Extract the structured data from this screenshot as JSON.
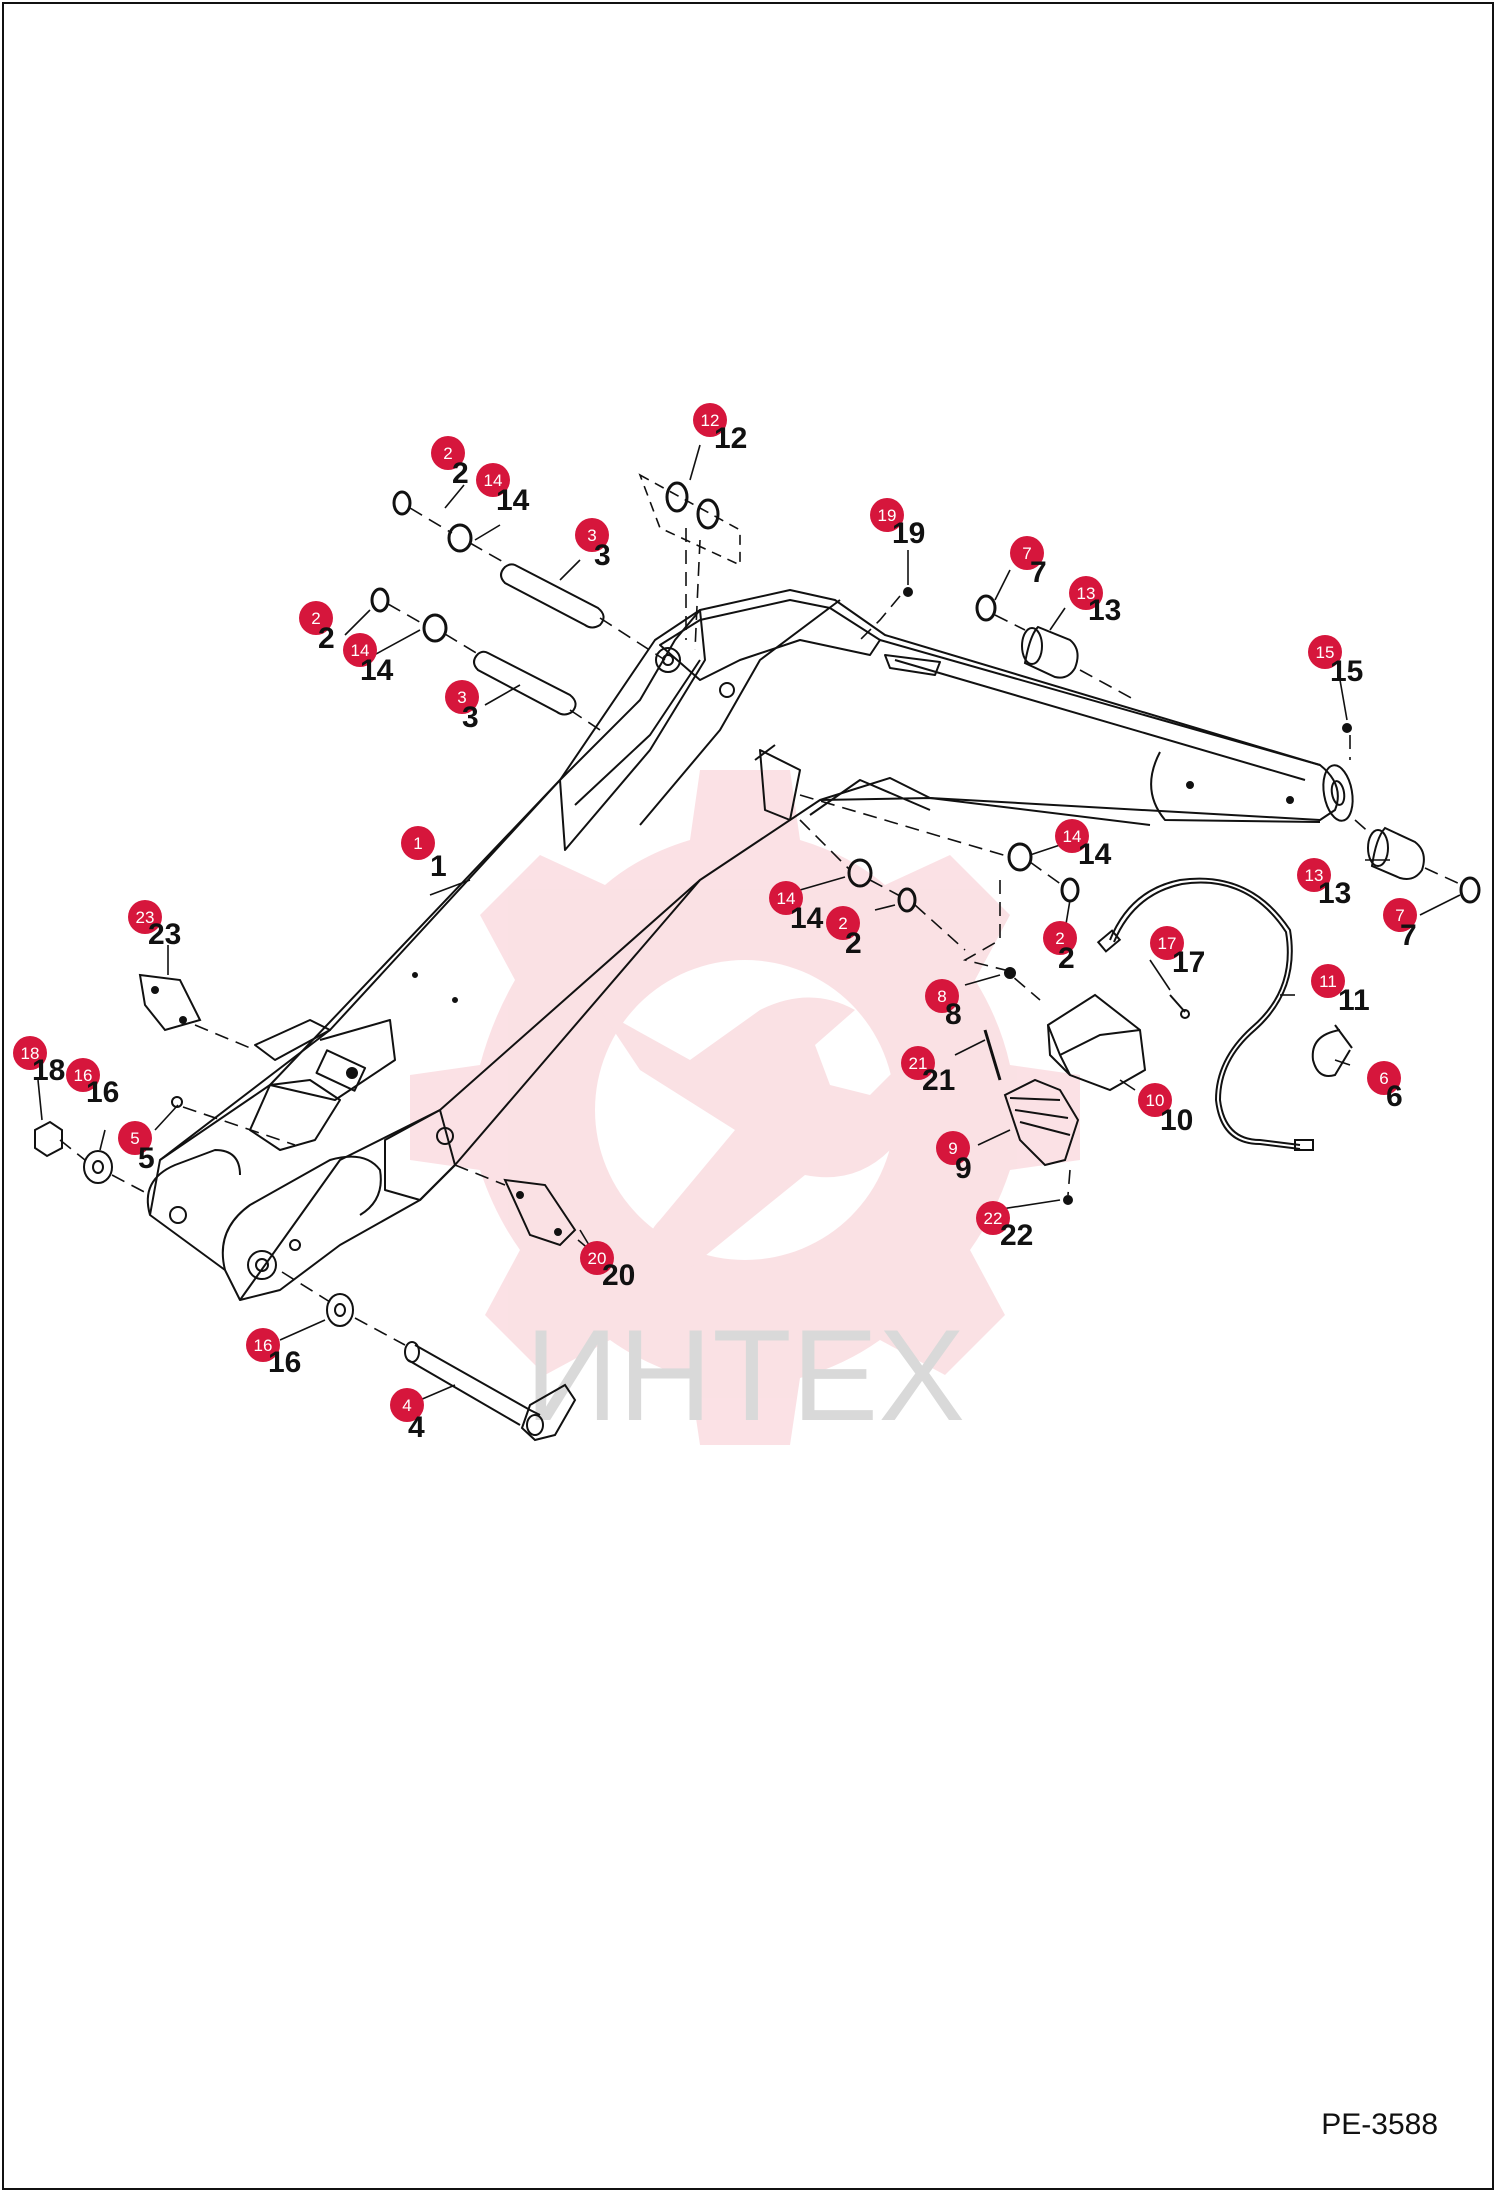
{
  "diagram": {
    "watermark_text": "ИНТЕХ",
    "document_code": "PE-3588",
    "colors": {
      "badge": "#d6163c",
      "line": "#111111",
      "watermark": "#f7c9cf",
      "watermark_text": "#d9d9d9"
    },
    "callouts": [
      {
        "id": "c1",
        "number": "1"
      },
      {
        "id": "c2a",
        "number": "2"
      },
      {
        "id": "c2b",
        "number": "2"
      },
      {
        "id": "c2c",
        "number": "2"
      },
      {
        "id": "c2d",
        "number": "2"
      },
      {
        "id": "c3a",
        "number": "3"
      },
      {
        "id": "c3b",
        "number": "3"
      },
      {
        "id": "c4",
        "number": "4"
      },
      {
        "id": "c5",
        "number": "5"
      },
      {
        "id": "c6",
        "number": "6"
      },
      {
        "id": "c7a",
        "number": "7"
      },
      {
        "id": "c7b",
        "number": "7"
      },
      {
        "id": "c8",
        "number": "8"
      },
      {
        "id": "c9",
        "number": "9"
      },
      {
        "id": "c10",
        "number": "10"
      },
      {
        "id": "c11",
        "number": "11"
      },
      {
        "id": "c12",
        "number": "12"
      },
      {
        "id": "c13a",
        "number": "13"
      },
      {
        "id": "c13b",
        "number": "13"
      },
      {
        "id": "c14a",
        "number": "14"
      },
      {
        "id": "c14b",
        "number": "14"
      },
      {
        "id": "c14c",
        "number": "14"
      },
      {
        "id": "c14d",
        "number": "14"
      },
      {
        "id": "c15",
        "number": "15"
      },
      {
        "id": "c16a",
        "number": "16"
      },
      {
        "id": "c16b",
        "number": "16"
      },
      {
        "id": "c17",
        "number": "17"
      },
      {
        "id": "c18",
        "number": "18"
      },
      {
        "id": "c19",
        "number": "19"
      },
      {
        "id": "c20",
        "number": "20"
      },
      {
        "id": "c21",
        "number": "21"
      },
      {
        "id": "c22",
        "number": "22"
      },
      {
        "id": "c23",
        "number": "23"
      }
    ]
  }
}
